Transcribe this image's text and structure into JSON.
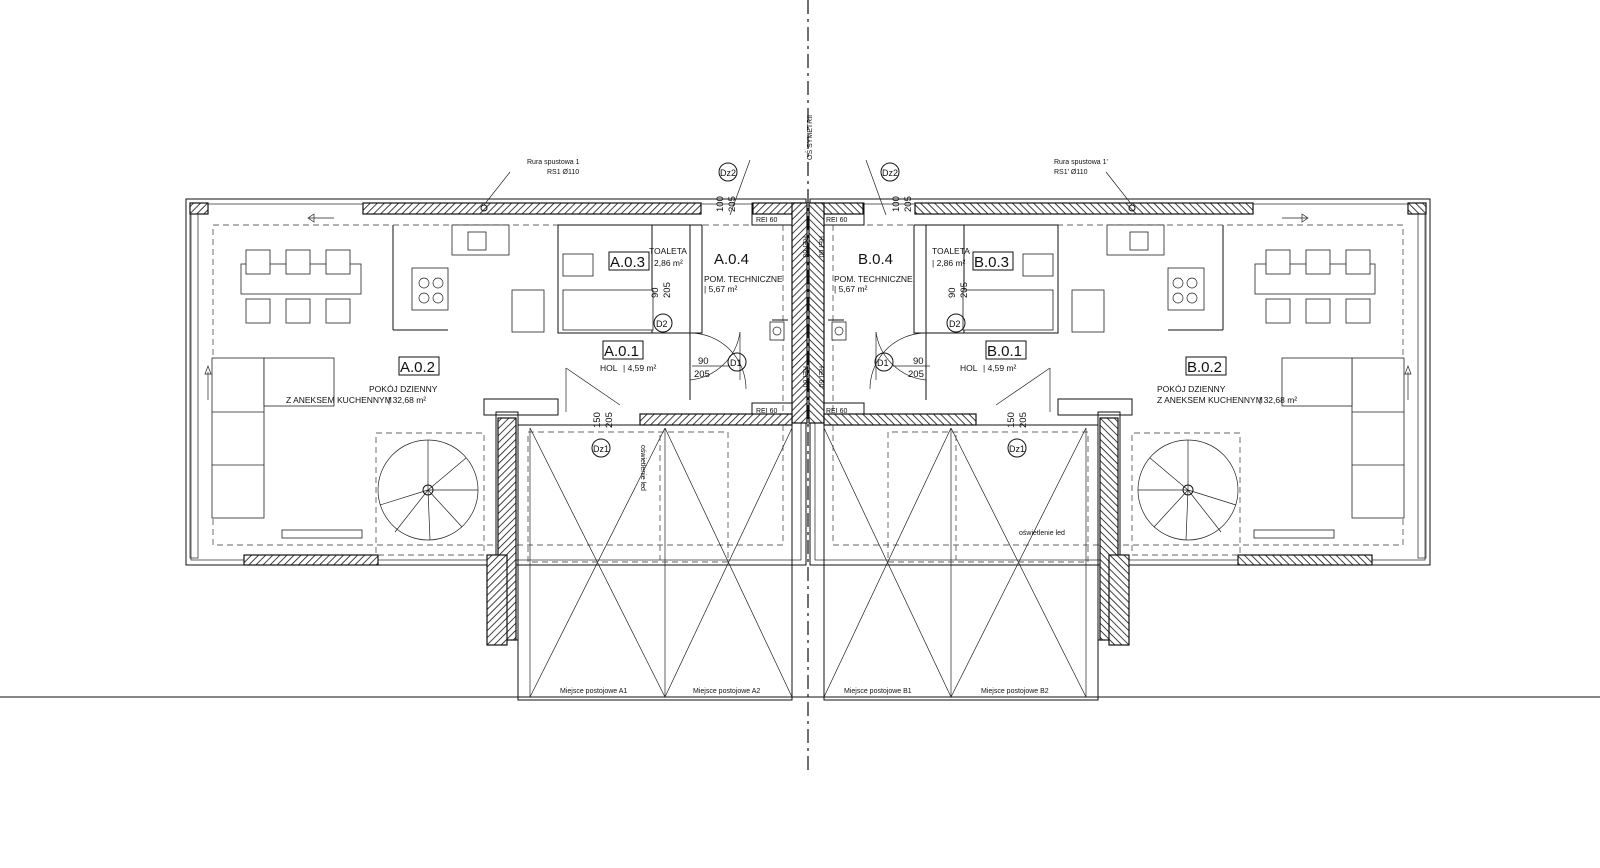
{
  "colors": {
    "ink": "#111111",
    "background": "#ffffff",
    "hatch": "#111111"
  },
  "axis_label": "OŚ SYMETRII",
  "downpipes": {
    "a": {
      "title": "Rura spustowa 1",
      "spec": "RS1 Ø110"
    },
    "b": {
      "title": "Rura spustowa 1'",
      "spec": "RS1' Ø110"
    }
  },
  "fire_rating": "REI 60",
  "rooms": {
    "a02": {
      "code": "A.0.2",
      "name1": "POKÓJ DZIENNY",
      "name2": "Z ANEKSEM KUCHENNYM",
      "area": "| 32,68 m²"
    },
    "a03": {
      "code": "A.0.3",
      "name": "TOALETA",
      "area": "2,86 m²"
    },
    "a04": {
      "code": "A.0.4",
      "name": "POM. TECHNICZNE",
      "area": "| 5,67 m²"
    },
    "a01": {
      "code": "A.0.1",
      "name": "HOL",
      "area": "| 4,59 m²"
    },
    "b04": {
      "code": "B.0.4",
      "name": "POM. TECHNICZNE",
      "area": "| 5,67 m²"
    },
    "b03": {
      "code": "B.0.3",
      "name": "TOALETA",
      "area": "| 2,86 m²"
    },
    "b01": {
      "code": "B.0.1",
      "name": "HOL",
      "area": "| 4,59 m²"
    },
    "b02": {
      "code": "B.0.2",
      "name1": "POKÓJ DZIENNY",
      "name2": "Z ANEKSEM KUCHENNYM",
      "area": "| 32,68 m²"
    }
  },
  "door_tags": {
    "dz2": "Dz2",
    "d2": "D2",
    "d1": "D1",
    "dz1": "Dz1"
  },
  "dims": {
    "d100": "100",
    "d205": "205",
    "d90": "90",
    "d150": "150"
  },
  "led_label": "oświetlenie led",
  "parking": {
    "a1": "Miejsce postojowe A1",
    "a2": "Miejsce postojowe A2",
    "b1": "Miejsce postojowe B1",
    "b2": "Miejsce postojowe B2"
  }
}
